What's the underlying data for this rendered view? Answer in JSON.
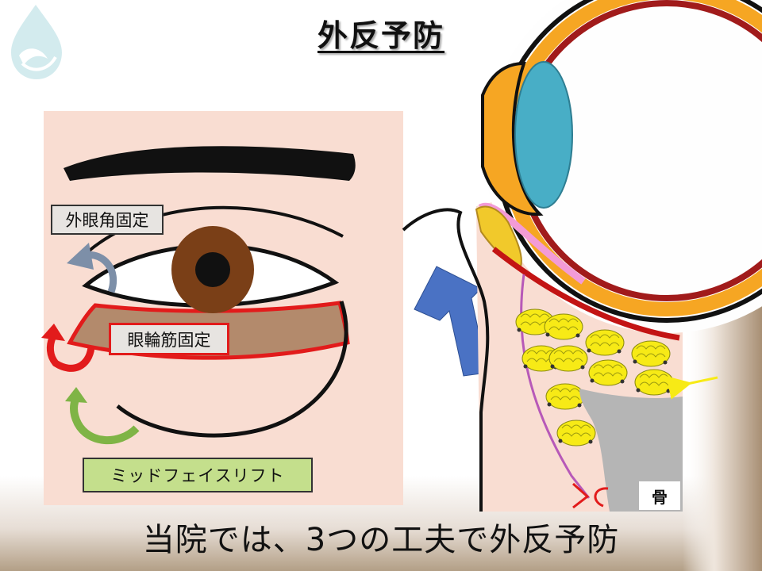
{
  "title": "外反予防",
  "labels": {
    "lateral_canthus": "外眼角固定",
    "orbicularis": "眼輪筋固定",
    "midface_lift": "ミッドフェイスリフト",
    "bone": "骨"
  },
  "caption": "当院では、3つの工夫で外反予防",
  "icons": [
    "water-drop-logo-icon",
    "curved-arrow-grey-icon",
    "curved-arrow-red-icon",
    "curved-arrow-green-icon",
    "blue-up-arrow-icon",
    "yellow-left-arrow-icon"
  ],
  "colors": {
    "skin": "#f9ddd2",
    "iris": "#7a3f17",
    "orbicularis_fill": "#b38a6c",
    "red": "#e21b1b",
    "green_label": "#c4df8c",
    "blue_arrow": "#4a72c4",
    "cornea": "#48aec6",
    "sclera_orange": "#f6a623",
    "fat_yellow": "#f7ea16",
    "bone_grey": "#b5b5b5"
  }
}
